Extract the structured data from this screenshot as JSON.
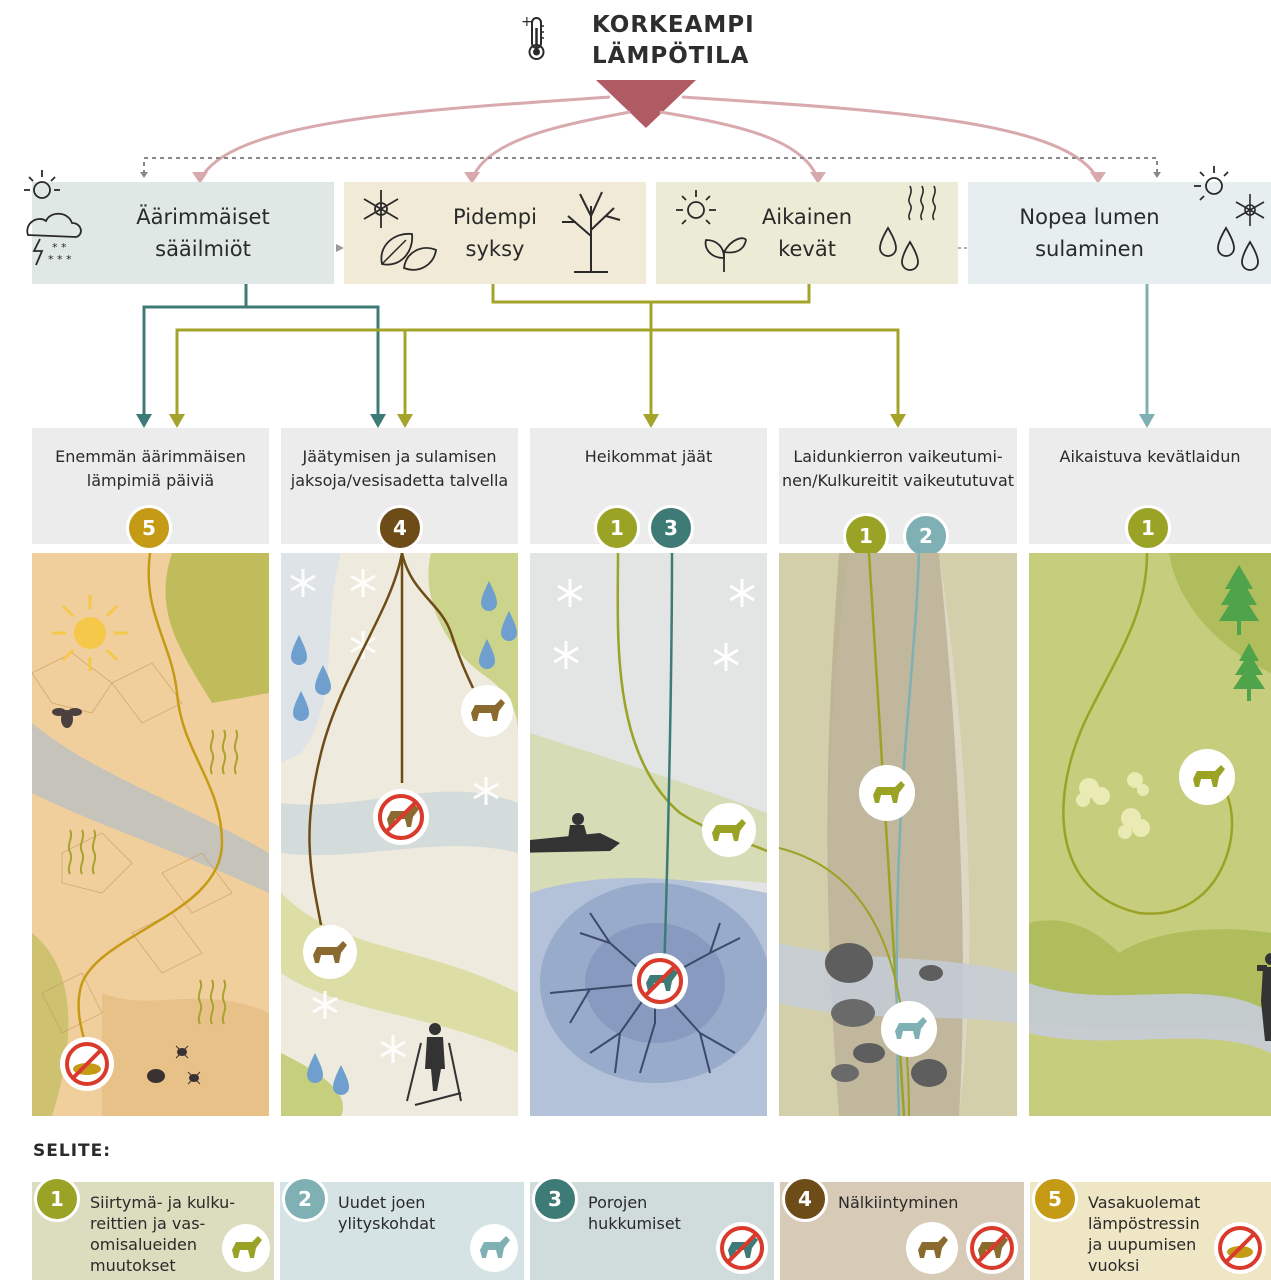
{
  "title": {
    "line1": "KORKEAMPI",
    "line2": "LÄMPÖTILA"
  },
  "categories": [
    {
      "line1": "Äärimmäiset",
      "line2": "sääilmiöt",
      "color": "#dfe8e5"
    },
    {
      "line1": "Pidempi",
      "line2": "syksy",
      "color": "#f1ead6"
    },
    {
      "line1": "Aikainen",
      "line2": "kevät",
      "color": "#ecebd6"
    },
    {
      "line1": "Nopea lumen",
      "line2": "sulaminen",
      "color": "#e6eef0"
    }
  ],
  "effects": [
    {
      "line1": "Enemmän äärimmäisen",
      "line2": "lämpimiä päiviä",
      "badges": [
        "5"
      ]
    },
    {
      "line1": "Jäätymisen ja sulamisen",
      "line2": "jaksoja/vesisadetta talvella",
      "badges": [
        "4"
      ]
    },
    {
      "line1": "Heikommat jäät",
      "line2": "",
      "badges": [
        "1",
        "3"
      ]
    },
    {
      "line1": "Laidunkierron vaikeutumi-",
      "line2": "nen/Kulkureitit vaikeututuvat",
      "badges": [
        "1",
        "2"
      ]
    },
    {
      "line1": "Aikaistuva kevätlaidun",
      "line2": "",
      "badges": [
        "1"
      ]
    }
  ],
  "legend": {
    "title": "SELITE:",
    "items": [
      {
        "num": "1",
        "lines": [
          "Siirtymä- ja kulku-",
          "reittien ja vas-",
          "omisalueiden",
          "muutokset"
        ],
        "color": "#9aa325",
        "bg": "#dcdcbe"
      },
      {
        "num": "2",
        "lines": [
          "Uudet joen",
          "ylityskohdat"
        ],
        "color": "#7fb0b3",
        "bg": "#d6e3e4"
      },
      {
        "num": "3",
        "lines": [
          "Porojen",
          "hukkumiset"
        ],
        "color": "#3f7b76",
        "bg": "#cfdcdb"
      },
      {
        "num": "4",
        "lines": [
          "Nälkiintyminen"
        ],
        "color": "#6e4c17",
        "bg": "#d7cbb7"
      },
      {
        "num": "5",
        "lines": [
          "Vasakuolemat",
          "lämpöstressin",
          "ja uupumisen",
          "vuoksi"
        ],
        "color": "#c59a15",
        "bg": "#efe6c6"
      }
    ]
  },
  "colors": {
    "arrow_red": "#b05a63",
    "arrow_pink": "#d8a9ad",
    "teal": "#3f7b76",
    "olive": "#a5a42a",
    "light_teal": "#7fb0b3",
    "brown": "#6e4c17",
    "gold": "#c59a15"
  },
  "icons": [
    "thermometer-icon",
    "sun-icon",
    "storm-cloud-icon",
    "snowflake-icon",
    "leaves-icon",
    "bare-tree-icon",
    "sprout-icon",
    "heat-waves-icon",
    "water-drop-icon",
    "reindeer-icon",
    "no-reindeer-icon",
    "snowmobile-icon",
    "skier-icon",
    "fly-icon",
    "mosquito-icon",
    "spruce-tree-icon",
    "lichen-icon",
    "rock-icon",
    "photographer-icon"
  ]
}
